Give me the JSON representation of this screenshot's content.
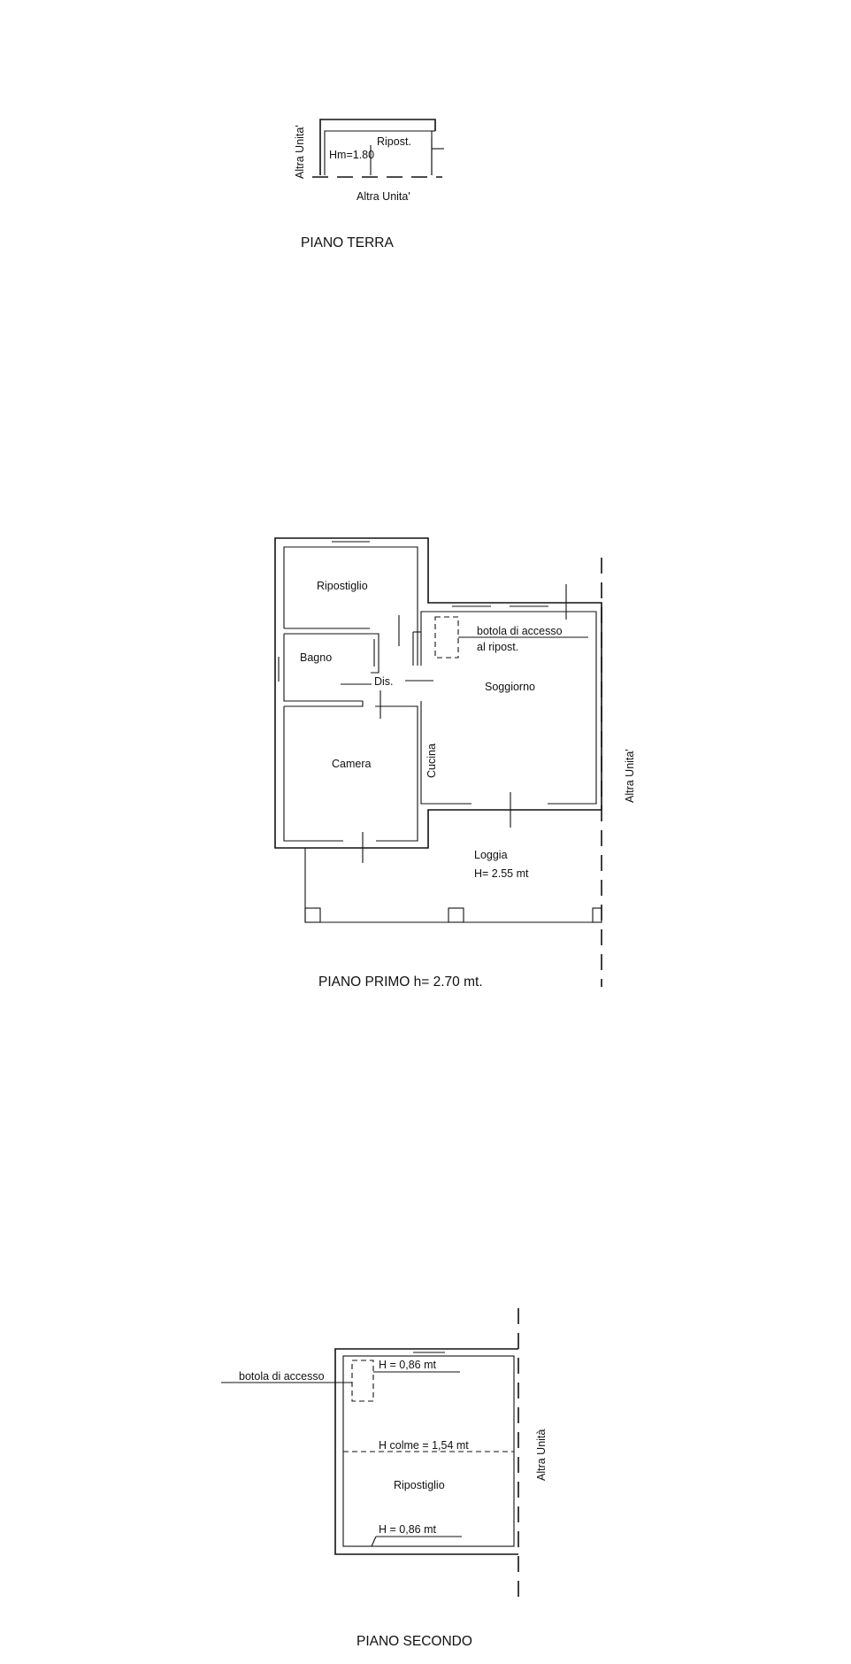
{
  "colors": {
    "ink": "#111111",
    "background": "#ffffff"
  },
  "ground_floor": {
    "title": "PIANO TERRA",
    "room_label": "Ripost.",
    "height_label": "Hm=1.80",
    "neighbor_left": "Altra Unita'",
    "neighbor_bottom": "Altra Unita'"
  },
  "first_floor": {
    "title": "PIANO PRIMO h= 2.70 mt.",
    "rooms": {
      "ripostiglio": "Ripostiglio",
      "bagno": "Bagno",
      "disimpegno": "Dis.",
      "soggiorno": "Soggiorno",
      "cucina": "Cucina",
      "camera": "Camera"
    },
    "hatch_line1": "botola di accesso",
    "hatch_line2": "al ripost.",
    "loggia_name": "Loggia",
    "loggia_height": "H= 2.55 mt",
    "neighbor_right": "Altra Unita'"
  },
  "second_floor": {
    "title": "PIANO SECONDO",
    "room_label": "Ripostiglio",
    "hatch_label": "botola di accesso",
    "height_top": "H = 0,86 mt",
    "height_ridge": "H colme = 1,54 mt",
    "height_bottom": "H = 0,86 mt",
    "neighbor_right": "Altra Unità"
  }
}
